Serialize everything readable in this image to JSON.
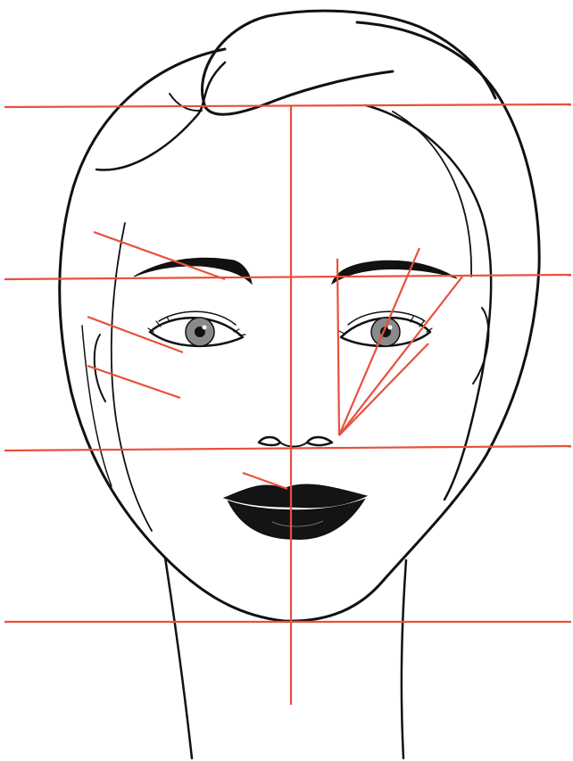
{
  "colors": {
    "ink": "#111111",
    "guide": "#e8513b",
    "skin": "#ffffff",
    "iris": "#8a8a8a",
    "lips": "#141414"
  },
  "guides": {
    "horizontal": [
      "hairline",
      "brow-line",
      "nose-base-line",
      "chin-line"
    ],
    "vertical": [
      "face-center-line"
    ],
    "diagonal": [
      "brow-end-guide",
      "brow-arch-guide",
      "brow-start-guide",
      "cheek-contour-guides",
      "lip-guide"
    ]
  }
}
